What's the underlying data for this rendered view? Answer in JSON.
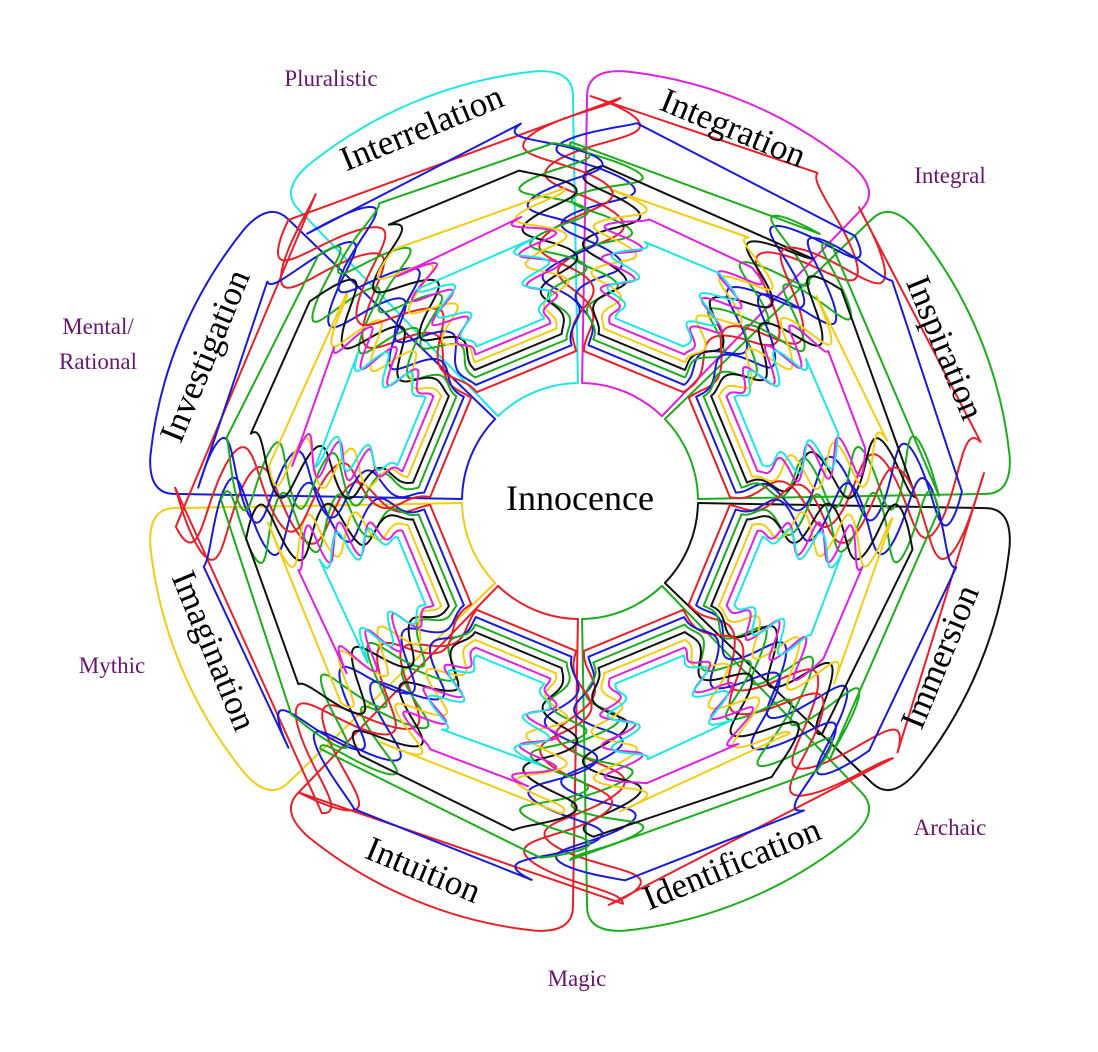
{
  "center": {
    "label": "Innocence"
  },
  "palette": {
    "red": "#e8202a",
    "blue": "#1a1adb",
    "green": "#1cad1c",
    "black": "#111111",
    "yellow": "#f5cc14",
    "magenta": "#e020e0",
    "cyan": "#1ee6e6",
    "stage_text": "#6b1470"
  },
  "sectors": [
    {
      "label": "Integration",
      "outline": "magenta"
    },
    {
      "label": "Inspiration",
      "outline": "green"
    },
    {
      "label": "Immersion",
      "outline": "black"
    },
    {
      "label": "Identification",
      "outline": "green"
    },
    {
      "label": "Intuition",
      "outline": "red"
    },
    {
      "label": "Imagination",
      "outline": "yellow"
    },
    {
      "label": "Investigation",
      "outline": "blue"
    },
    {
      "label": "Interrelation",
      "outline": "cyan"
    }
  ],
  "stages": [
    {
      "label": "Integral"
    },
    {
      "label": "Archaic"
    },
    {
      "label": "Magic"
    },
    {
      "label": "Mythic"
    },
    {
      "label": "Mental/",
      "label2": "Rational"
    },
    {
      "label": "Pluralistic"
    }
  ]
}
